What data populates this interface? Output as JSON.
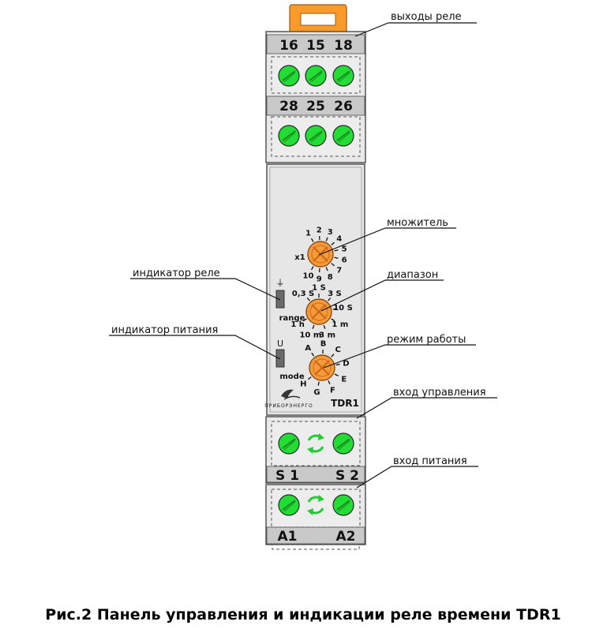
{
  "labels": {
    "relay_outputs": "выходы реле",
    "multiplier": "множитель",
    "relay_indicator": "индикатор реле",
    "range": "диапазон",
    "power_indicator": "индикатор питания",
    "mode": "режим работы",
    "control_input": "вход управления",
    "power_input": "вход питания"
  },
  "terminals": {
    "top_row1": [
      "16",
      "15",
      "18"
    ],
    "top_row2": [
      "28",
      "25",
      "26"
    ],
    "control": [
      "S 1",
      "S 2"
    ],
    "power": [
      "A1",
      "A2"
    ]
  },
  "indicators": {
    "relay_symbol": "⏚",
    "power_symbol": "U"
  },
  "dials": {
    "multiplier": {
      "side_label": "x1",
      "scale": [
        "1",
        "2",
        "3",
        "4",
        "5",
        "6",
        "7",
        "8",
        "9",
        "10"
      ]
    },
    "range": {
      "side_label": "range",
      "scale": [
        "0,3 S",
        "1 S",
        "3 S",
        "10 S",
        "1 m",
        "3 m",
        "10 m",
        "1 h"
      ]
    },
    "mode": {
      "side_label": "mode",
      "scale": [
        "A",
        "B",
        "C",
        "D",
        "E",
        "F",
        "G",
        "H"
      ]
    }
  },
  "brand": {
    "logo_text": "ПРИБОРЭНЕРГО",
    "model": "TDR1"
  },
  "caption": "Рис.2 Панель управления и индикации реле времени TDR1",
  "colors": {
    "terminal_green": "#22dd33",
    "dial_orange": "#f79a3a",
    "handle_orange": "#f99a2a",
    "body_gray": "#e9e9e9",
    "strip_gray": "#c9c9c9",
    "outline": "#4a4a4a"
  }
}
